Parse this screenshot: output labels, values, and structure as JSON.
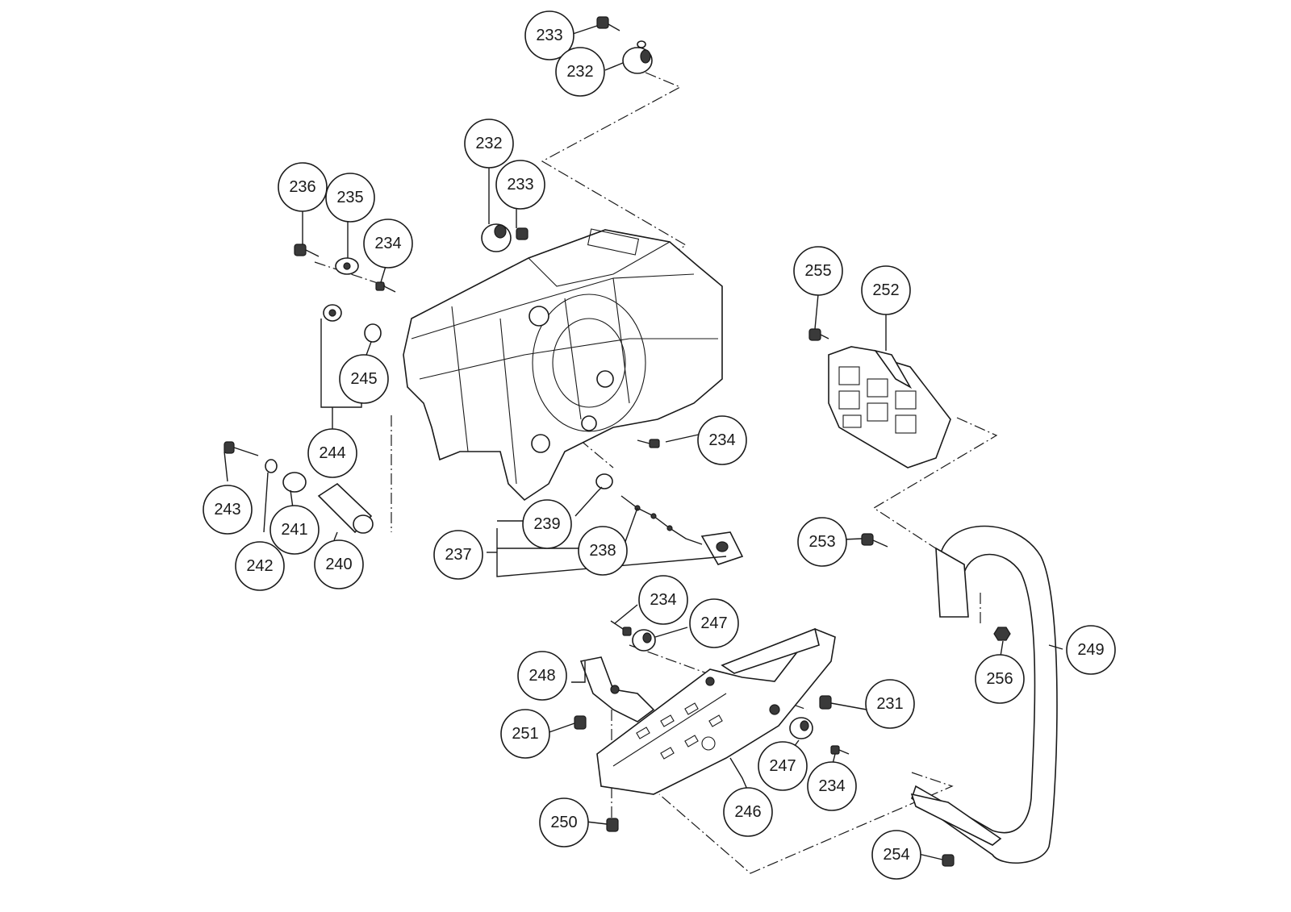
{
  "labels": {
    "l233a": "233",
    "l232a": "232",
    "l232b": "232",
    "l233b": "233",
    "l236": "236",
    "l235": "235",
    "l234a": "234",
    "l245": "245",
    "l244": "244",
    "l234b": "234",
    "l255": "255",
    "l252": "252",
    "l243": "243",
    "l241": "241",
    "l242": "242",
    "l240": "240",
    "l239": "239",
    "l238": "238",
    "l237": "237",
    "l253": "253",
    "l234c": "234",
    "l247a": "247",
    "l248": "248",
    "l231": "231",
    "l256": "256",
    "l249": "249",
    "l251": "251",
    "l247b": "247",
    "l234d": "234",
    "l246": "246",
    "l250": "250",
    "l254": "254"
  }
}
